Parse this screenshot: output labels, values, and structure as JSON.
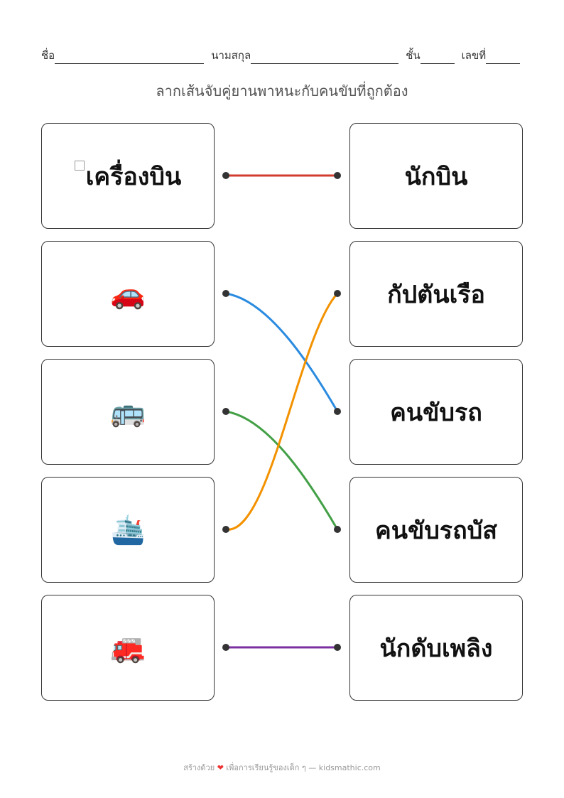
{
  "header": {
    "name_label": "ชื่อ",
    "surname_label": "นามสกุล",
    "class_label": "ชั้น",
    "number_label": "เลขที่"
  },
  "title": "ลากเส้นจับคู่ยานพาหนะกับคนขับที่ถูกต้อง",
  "left": [
    {
      "name": "plane",
      "text": "เครื่องบิน",
      "icon": "broken-image-icon"
    },
    {
      "name": "car",
      "emoji": "🚗",
      "icon": "car-icon"
    },
    {
      "name": "bus",
      "emoji": "🚌",
      "icon": "bus-icon"
    },
    {
      "name": "ship",
      "emoji": "🛳️",
      "icon": "ship-icon"
    },
    {
      "name": "fire-truck",
      "emoji": "🚒",
      "icon": "fire-truck-icon"
    }
  ],
  "right": [
    "นักบิน",
    "กัปตันเรือ",
    "คนขับรถ",
    "คนขับรถบัส",
    "นักดับเพลิง"
  ],
  "matches": [
    {
      "from": 0,
      "to": 0,
      "color": "#d23c2c"
    },
    {
      "from": 1,
      "to": 2,
      "color": "#2a8be0"
    },
    {
      "from": 2,
      "to": 3,
      "color": "#43a047"
    },
    {
      "from": 3,
      "to": 1,
      "color": "#f39200"
    },
    {
      "from": 4,
      "to": 4,
      "color": "#7b2fa0"
    }
  ],
  "footer": {
    "made_with": "สร้างด้วย",
    "heart": "❤",
    "rest": "เพื่อการเรียนรู้ของเด็ก ๆ — kidsmathic.com"
  }
}
